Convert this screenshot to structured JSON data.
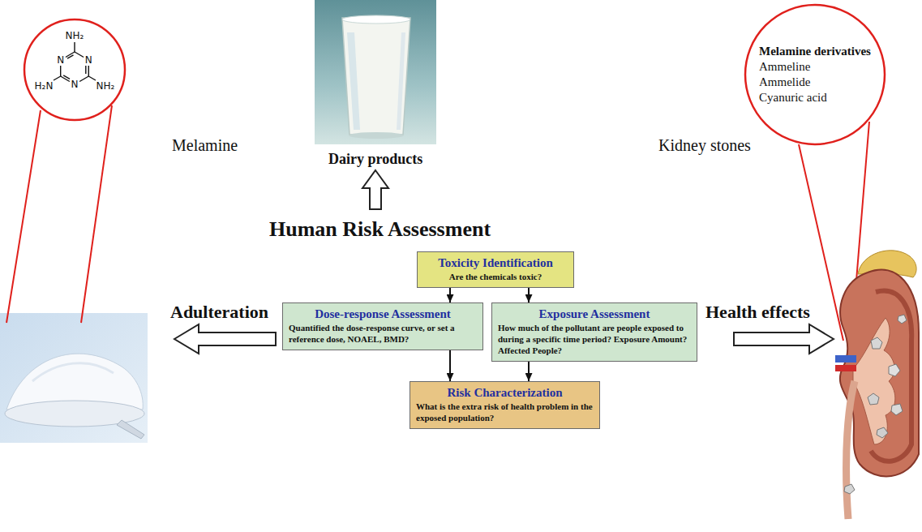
{
  "diagram": {
    "title": "Human Risk Assessment",
    "nodes": [
      {
        "text": [
          "NH₂",
          "N",
          "N",
          "H₂N",
          "N",
          "NH₂"
        ]
      },
      {
        "text": [
          "Melamine derivatives",
          "Ammeline",
          "Ammelide",
          "Cyanuric acid"
        ]
      },
      {
        "text": [
          "Toxicity Identification",
          "Are the chemicals toxic?"
        ]
      },
      {
        "text": [
          "Dose-response Assessment",
          "Quantified the dose-response curve, or set a reference dose, NOAEL, BMD?"
        ]
      },
      {
        "text": [
          "Exposure Assessment",
          "How much of the pollutant are people exposed to during a specific time period? Exposure Amount? Affected People?"
        ]
      },
      {
        "text": [
          "Risk Characterization",
          "What is the extra risk of health problem in the exposed population?"
        ]
      }
    ],
    "edges": [
      {
        "from": 2,
        "to": 3,
        "arrow": "to"
      },
      {
        "from": 2,
        "to": 4,
        "arrow": "to"
      },
      {
        "from": 3,
        "to": 5,
        "arrow": "to"
      },
      {
        "from": 4,
        "to": 5,
        "arrow": "to"
      }
    ],
    "labels": [
      "Melamine",
      "Dairy products",
      "Adulteration",
      "Kidney stones",
      "Health effects"
    ]
  }
}
